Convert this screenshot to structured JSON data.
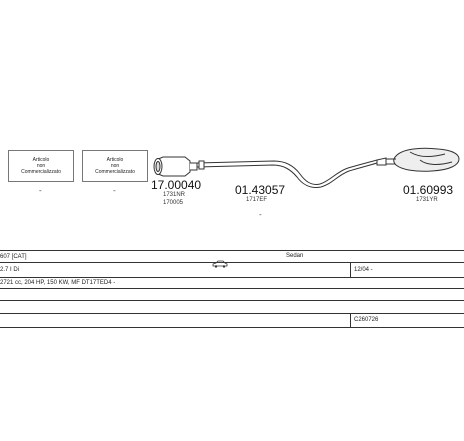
{
  "cards": [
    {
      "lines": [
        "Articolo",
        "non",
        "Commercializzato"
      ]
    },
    {
      "lines": [
        "Articolo",
        "non",
        "Commercializzato"
      ]
    }
  ],
  "card_marks": [
    "-",
    "-"
  ],
  "parts": [
    {
      "number": "17.00040",
      "codes": [
        "1731NR",
        "170005"
      ]
    },
    {
      "number": "01.43057",
      "codes": [
        "1717EF"
      ]
    },
    {
      "number": "01.60993",
      "codes": [
        "1731YR"
      ]
    }
  ],
  "mid_mark": "-",
  "table": {
    "model": "607 [CAT]",
    "body": "Sedan",
    "engine": "2.7 I Di",
    "date": "12/04 -",
    "spec": "2721 cc, 204 HP, 150 KW, MF DT17TED4 -",
    "code": "C260726"
  },
  "icons": {
    "car": "car-icon"
  }
}
